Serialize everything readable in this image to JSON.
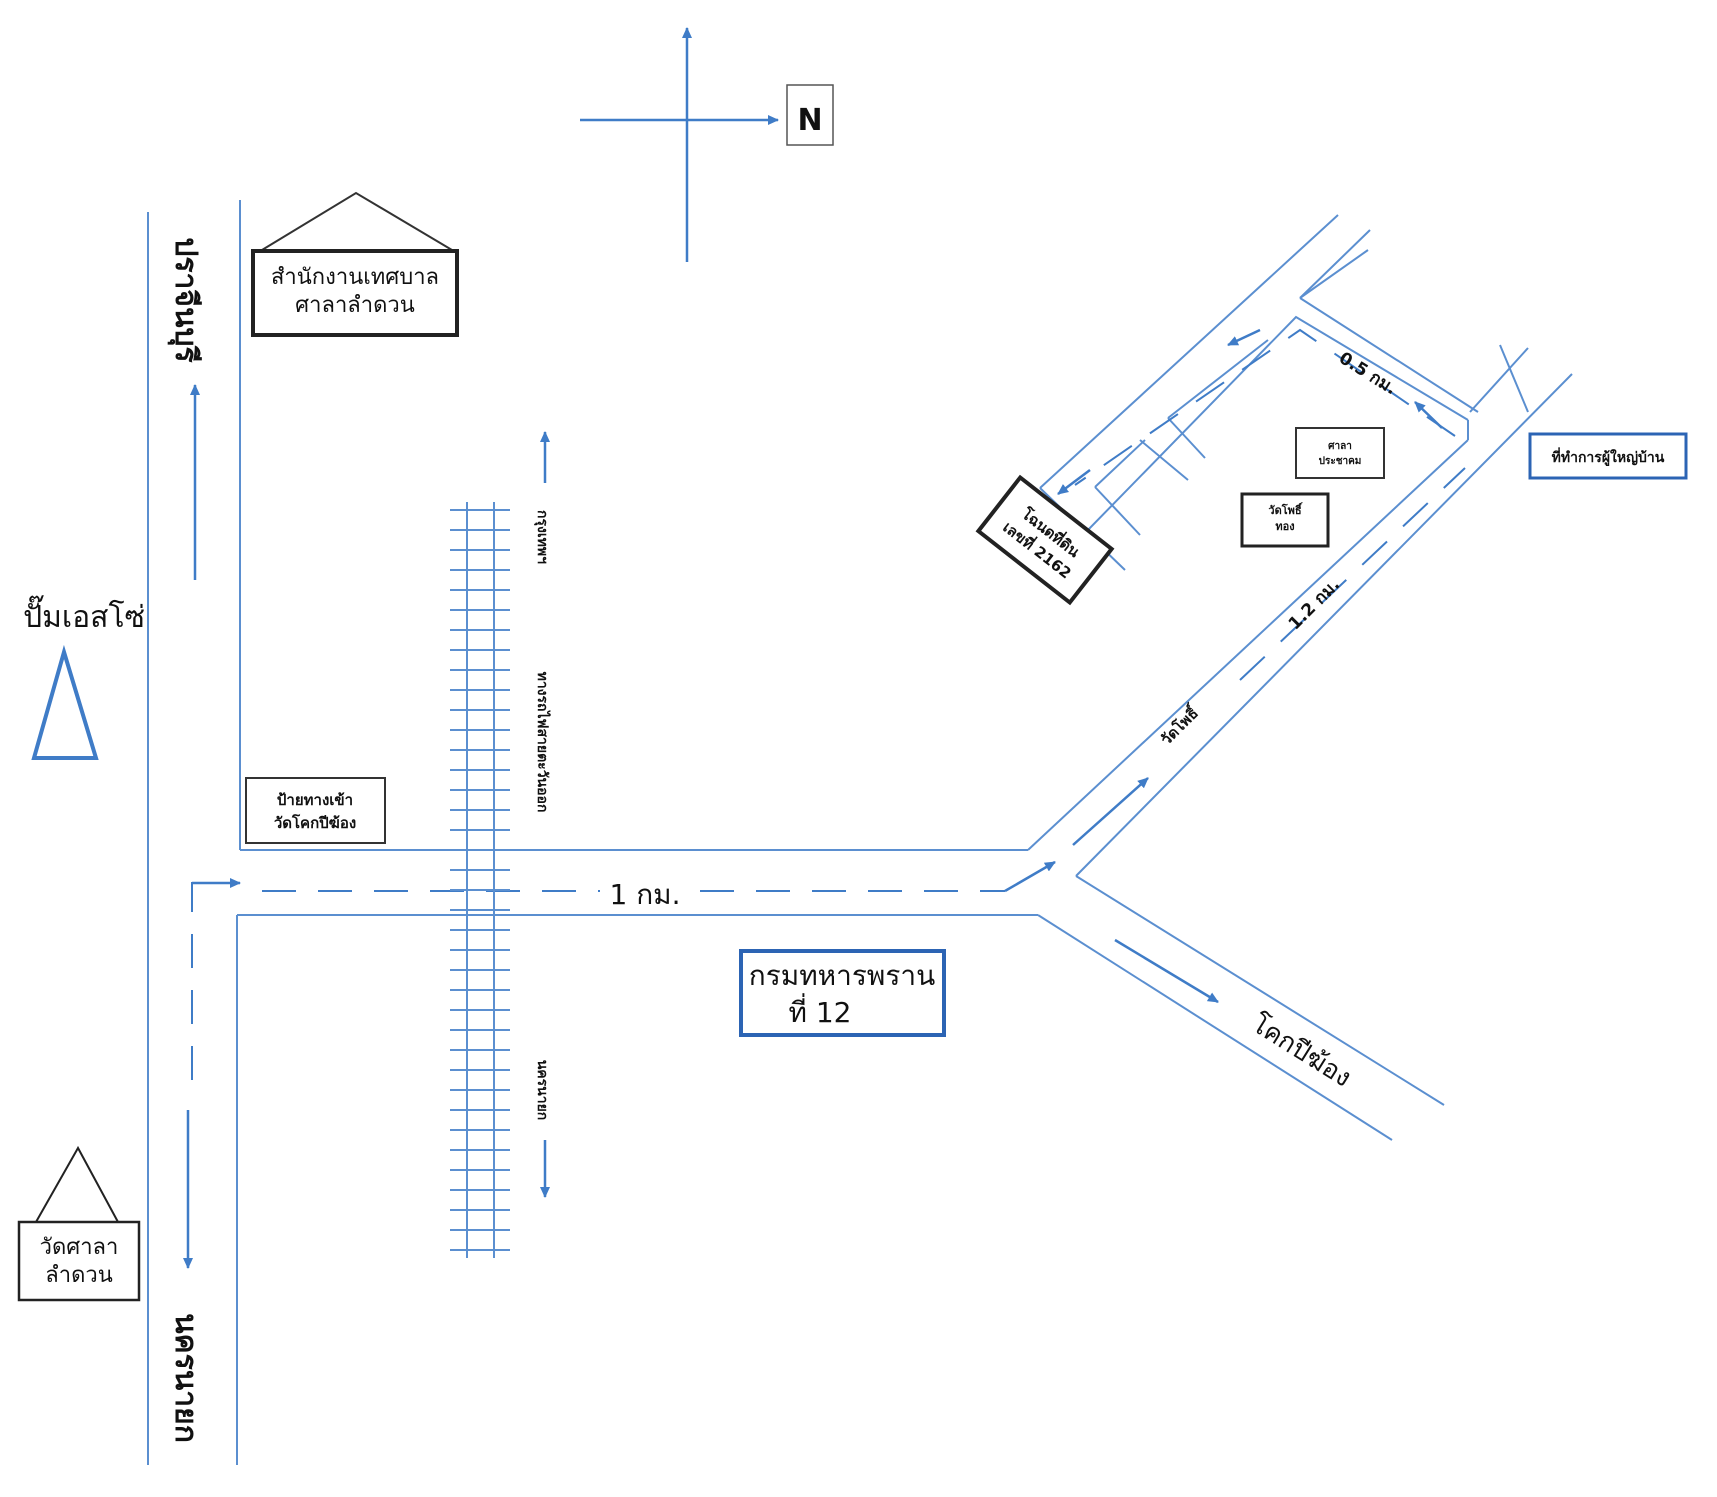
{
  "compass": {
    "label": "N"
  },
  "road_labels": {
    "prachinburi": "ปราจีนบุรี",
    "nakhon_nayok": "นครนายก",
    "krungthep": "กรุงเทพฯ",
    "rail_name": "ทางรถไฟสายตะวันออก",
    "rail_end": "นครนายก",
    "wat_pho": "วัดโพธิ์",
    "khok_pi_khong": "โคกปีฆ้อง"
  },
  "distances": {
    "main": "1 กม.",
    "middle": "1.2 กม.",
    "last": "0.5 กม."
  },
  "places": {
    "municipal_office": [
      "สำนักงานเทศบาล",
      "ศาลาลำดวน"
    ],
    "ptt_station": "ปั๊มเอสโซ่",
    "wat_sala": [
      "วัดศาลา",
      "ลำดวน"
    ],
    "entrance_sign": [
      "ป้ายทางเข้า",
      "วัดโคกปีฆ้อง"
    ],
    "army_unit": [
      "กรมทหารพราน",
      "ที่ 12"
    ],
    "deed": [
      "โฉนดที่ดิน",
      "เลขที่ 2162"
    ],
    "sala": [
      "ศาลา",
      "ประชาคม"
    ],
    "wat_pho_thong": [
      "วัดโพธิ์",
      "ทอง"
    ],
    "headman_office": "ที่ทำการผู้ใหญ่บ้าน"
  }
}
